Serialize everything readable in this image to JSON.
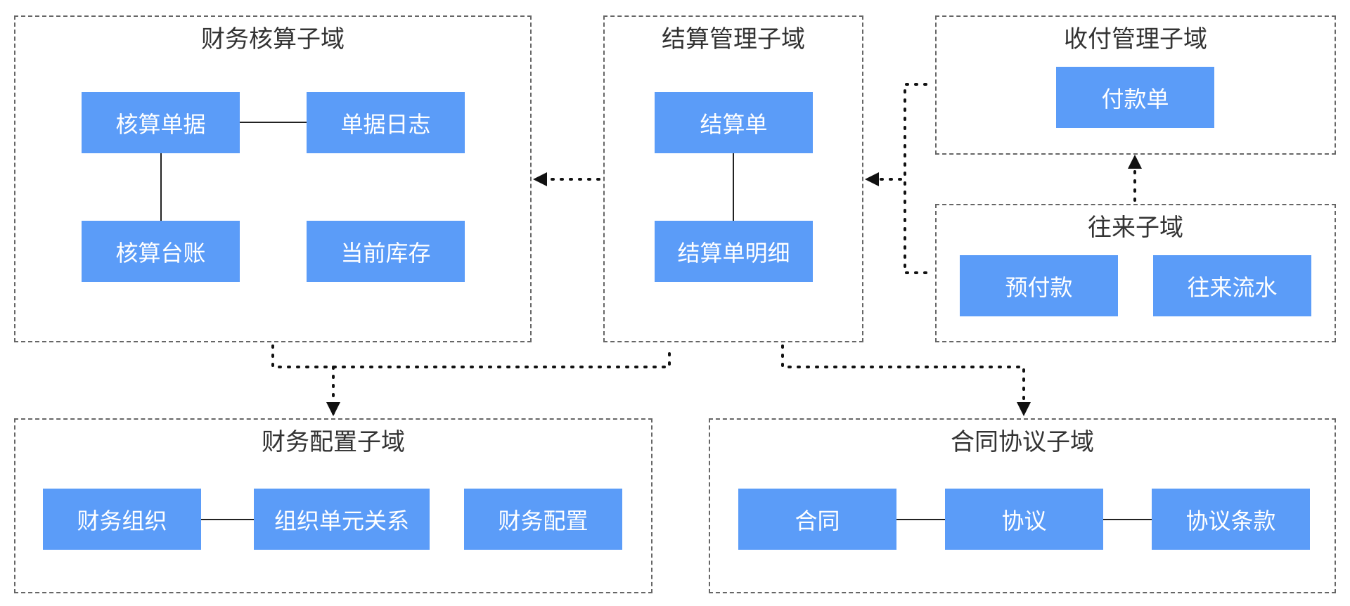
{
  "colors": {
    "entity_fill": "#5b9cf8",
    "entity_text": "#ffffff",
    "border": "#666666",
    "line": "#222222"
  },
  "domains": {
    "finance_accounting": {
      "title": "财务核算子域",
      "entities": {
        "accounting_doc": "核算单据",
        "doc_log": "单据日志",
        "accounting_ledger": "核算台账",
        "current_inventory": "当前库存"
      }
    },
    "settlement": {
      "title": "结算管理子域",
      "entities": {
        "settlement_bill": "结算单",
        "settlement_detail": "结算单明细"
      }
    },
    "payment": {
      "title": "收付管理子域",
      "entities": {
        "payment_bill": "付款单"
      }
    },
    "current_account": {
      "title": "往来子域",
      "entities": {
        "prepayment": "预付款",
        "flow": "往来流水"
      }
    },
    "finance_config": {
      "title": "财务配置子域",
      "entities": {
        "finance_org": "财务组织",
        "org_unit_relation": "组织单元关系",
        "finance_config": "财务配置"
      }
    },
    "contract": {
      "title": "合同协议子域",
      "entities": {
        "contract": "合同",
        "agreement": "协议",
        "agreement_terms": "协议条款"
      }
    }
  }
}
